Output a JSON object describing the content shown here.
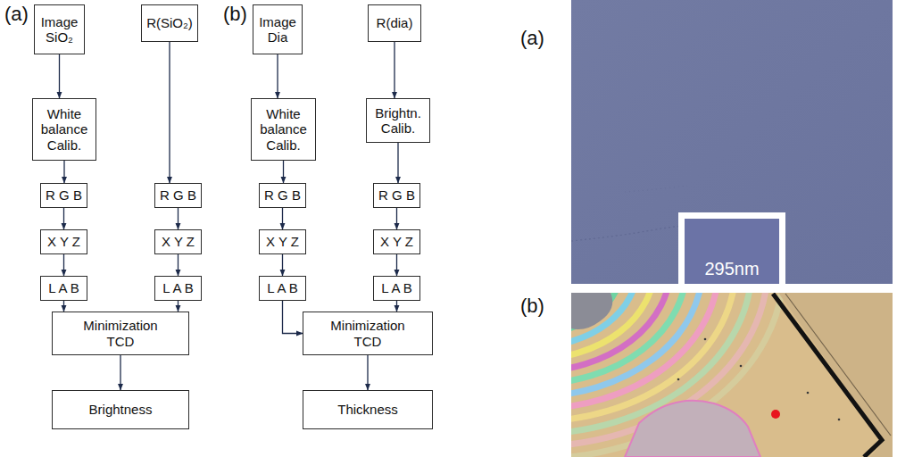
{
  "diagram": {
    "nodes": [
      {
        "text": [
          "Image SiO₂"
        ]
      },
      {
        "text": [
          "R(SiO₂)"
        ]
      },
      {
        "text": [
          "White balance Calib."
        ]
      },
      {
        "text": [
          "R G B"
        ]
      },
      {
        "text": [
          "R G B"
        ]
      },
      {
        "text": [
          "X Y Z"
        ]
      },
      {
        "text": [
          "X Y Z"
        ]
      },
      {
        "text": [
          "L A B"
        ]
      },
      {
        "text": [
          "L A B"
        ]
      },
      {
        "text": [
          "Minimization TCD"
        ]
      },
      {
        "text": [
          "Brightness"
        ]
      },
      {
        "text": [
          "Image Dia"
        ]
      },
      {
        "text": [
          "R(dia)"
        ]
      },
      {
        "text": [
          "White balance Calib."
        ]
      },
      {
        "text": [
          "Brightn. Calib."
        ]
      },
      {
        "text": [
          "R G B"
        ]
      },
      {
        "text": [
          "R G B"
        ]
      },
      {
        "text": [
          "X Y Z"
        ]
      },
      {
        "text": [
          "X Y Z"
        ]
      },
      {
        "text": [
          "L A B"
        ]
      },
      {
        "text": [
          "L A B"
        ]
      },
      {
        "text": [
          "Minimization TCD"
        ]
      },
      {
        "text": [
          "Thickness"
        ]
      },
      {
        "text": [
          "295nm"
        ]
      }
    ],
    "edges": [
      {
        "from": 0,
        "to": 2,
        "arrow": "to"
      },
      {
        "from": 2,
        "to": 3,
        "arrow": "to"
      },
      {
        "from": 1,
        "to": 4,
        "arrow": "to"
      },
      {
        "from": 3,
        "to": 5,
        "arrow": "to"
      },
      {
        "from": 4,
        "to": 6,
        "arrow": "to"
      },
      {
        "from": 5,
        "to": 7,
        "arrow": "to"
      },
      {
        "from": 6,
        "to": 8,
        "arrow": "to"
      },
      {
        "from": 7,
        "to": 9,
        "arrow": "to"
      },
      {
        "from": 8,
        "to": 9,
        "arrow": "to"
      },
      {
        "from": 9,
        "to": 10,
        "arrow": "to"
      },
      {
        "from": 11,
        "to": 13,
        "arrow": "to"
      },
      {
        "from": 12,
        "to": 14,
        "arrow": "to"
      },
      {
        "from": 13,
        "to": 15,
        "arrow": "to"
      },
      {
        "from": 14,
        "to": 16,
        "arrow": "to"
      },
      {
        "from": 15,
        "to": 17,
        "arrow": "to"
      },
      {
        "from": 16,
        "to": 18,
        "arrow": "to"
      },
      {
        "from": 17,
        "to": 19,
        "arrow": "to"
      },
      {
        "from": 18,
        "to": 20,
        "arrow": "to"
      },
      {
        "from": 19,
        "to": 21,
        "arrow": "to"
      },
      {
        "from": 20,
        "to": 21,
        "arrow": "to"
      },
      {
        "from": 21,
        "to": 22,
        "arrow": "to"
      }
    ],
    "labels": [
      "(a)",
      "(b)",
      "(a)",
      "(b)"
    ]
  }
}
